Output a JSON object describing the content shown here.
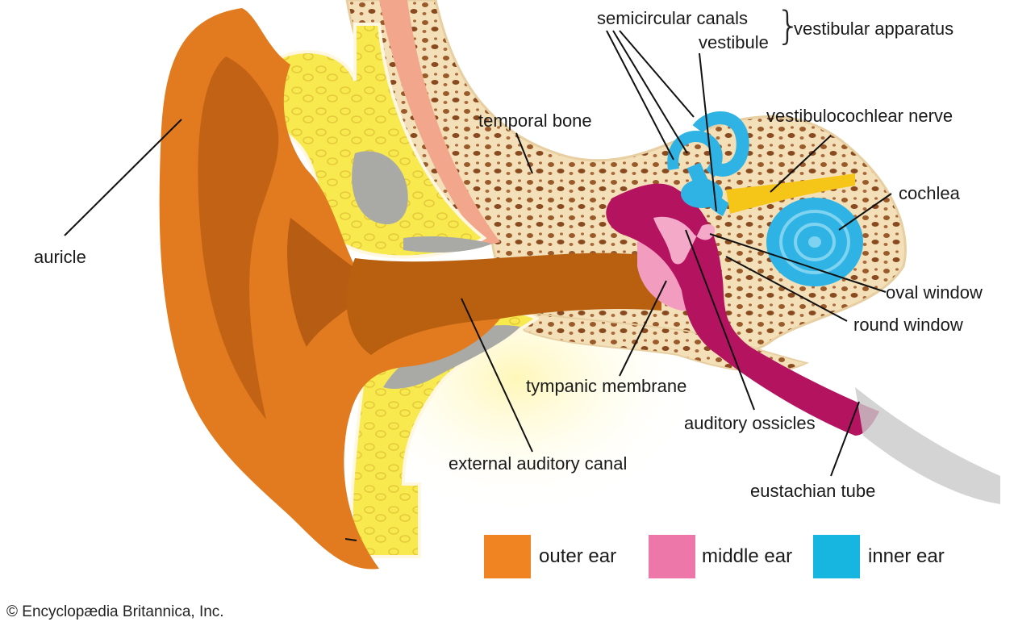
{
  "labels": {
    "semicircular_canals": "semicircular canals",
    "vestibule": "vestibule",
    "vestibular_apparatus": "vestibular apparatus",
    "temporal_bone": "temporal bone",
    "vestibulocochlear_nerve": "vestibulocochlear nerve",
    "cochlea": "cochlea",
    "auricle": "auricle",
    "oval_window": "oval window",
    "round_window": "round window",
    "tympanic_membrane": "tympanic membrane",
    "auditory_ossicles": "auditory ossicles",
    "external_auditory_canal": "external auditory canal",
    "eustachian_tube": "eustachian tube"
  },
  "legend": [
    {
      "label": "outer ear",
      "color": "#f08422"
    },
    {
      "label": "middle ear",
      "color": "#ee77a9"
    },
    {
      "label": "inner ear",
      "color": "#17b6e0"
    }
  ],
  "credit": "© Encyclopædia Britannica, Inc.",
  "colors": {
    "outer_ear": "#e27b1f",
    "outer_ear_dark": "#a84f0c",
    "cartilage": "#f5e84a",
    "bone": "#f3dfb8",
    "bone_spots": "#9a5a2a",
    "middle_ear": "#b3135f",
    "middle_ear_light": "#ee77a9",
    "inner_ear": "#2fb3e5",
    "nerve": "#f5c518"
  }
}
